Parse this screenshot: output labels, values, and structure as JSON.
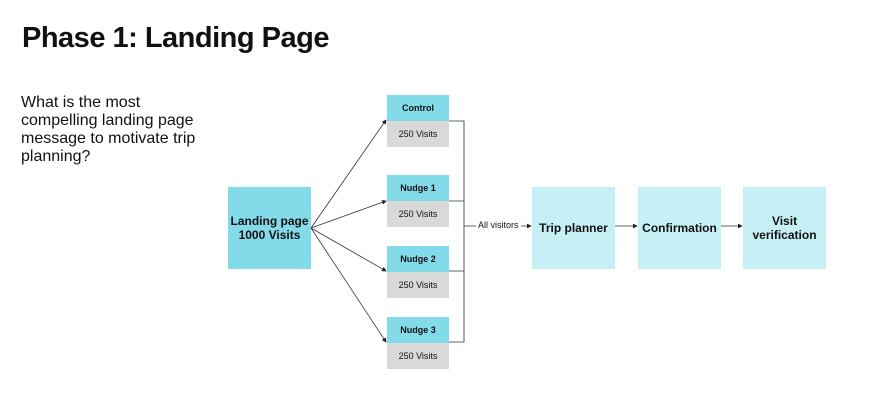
{
  "title": "Phase 1: Landing Page",
  "question": "What is the most compelling landing page message to motivate trip planning?",
  "landing": "Landing page 1000 Visits",
  "variants": [
    {
      "name": "Control",
      "visits": "250 Visits"
    },
    {
      "name": "Nudge 1",
      "visits": "250 Visits"
    },
    {
      "name": "Nudge 2",
      "visits": "250 Visits"
    },
    {
      "name": "Nudge 3",
      "visits": "250 Visits"
    }
  ],
  "merge_label": "All visitors",
  "stages": [
    "Trip planner",
    "Confirmation",
    "Visit verification"
  ],
  "colors": {
    "primary_box": "#83dbea",
    "stage_box": "#c6eff6",
    "visits_box": "#d9d9d9"
  }
}
